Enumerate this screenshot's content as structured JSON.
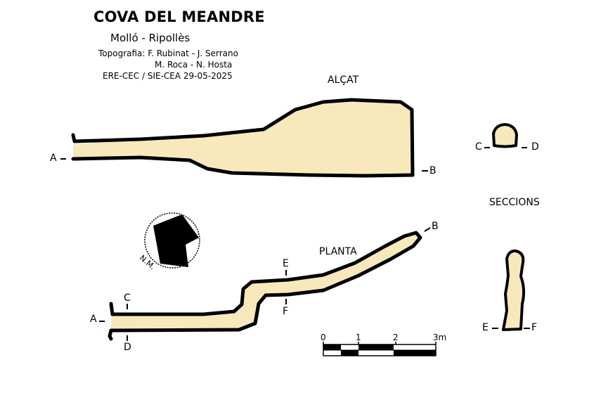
{
  "header": {
    "title": "COVA DEL MEANDRE",
    "location": "Molló  -  Ripollès",
    "credits_line1": "Topografia: F. Rubinat - J. Serrano",
    "credits_line2": "M. Roca - N. Hosta",
    "credits_line3": "ERE-CEC / SIE-CEA   29-05-2025"
  },
  "views": {
    "elevation_label": "ALÇAT",
    "plan_label": "PLANTA",
    "sections_label": "SECCIONS"
  },
  "points": {
    "elevation": {
      "a": "A",
      "b": "B"
    },
    "plan": {
      "a": "A",
      "b": "B",
      "c": "C",
      "d": "D",
      "e": "E",
      "f": "F"
    },
    "section_cd": {
      "c": "C",
      "d": "D"
    },
    "section_ef": {
      "e": "E",
      "f": "F"
    }
  },
  "north": {
    "label": "N.M."
  },
  "scale": {
    "ticks": [
      "0",
      "1",
      "2",
      "3m"
    ]
  },
  "colors": {
    "cave_fill": "#f8e9bd",
    "outline": "#000000"
  }
}
